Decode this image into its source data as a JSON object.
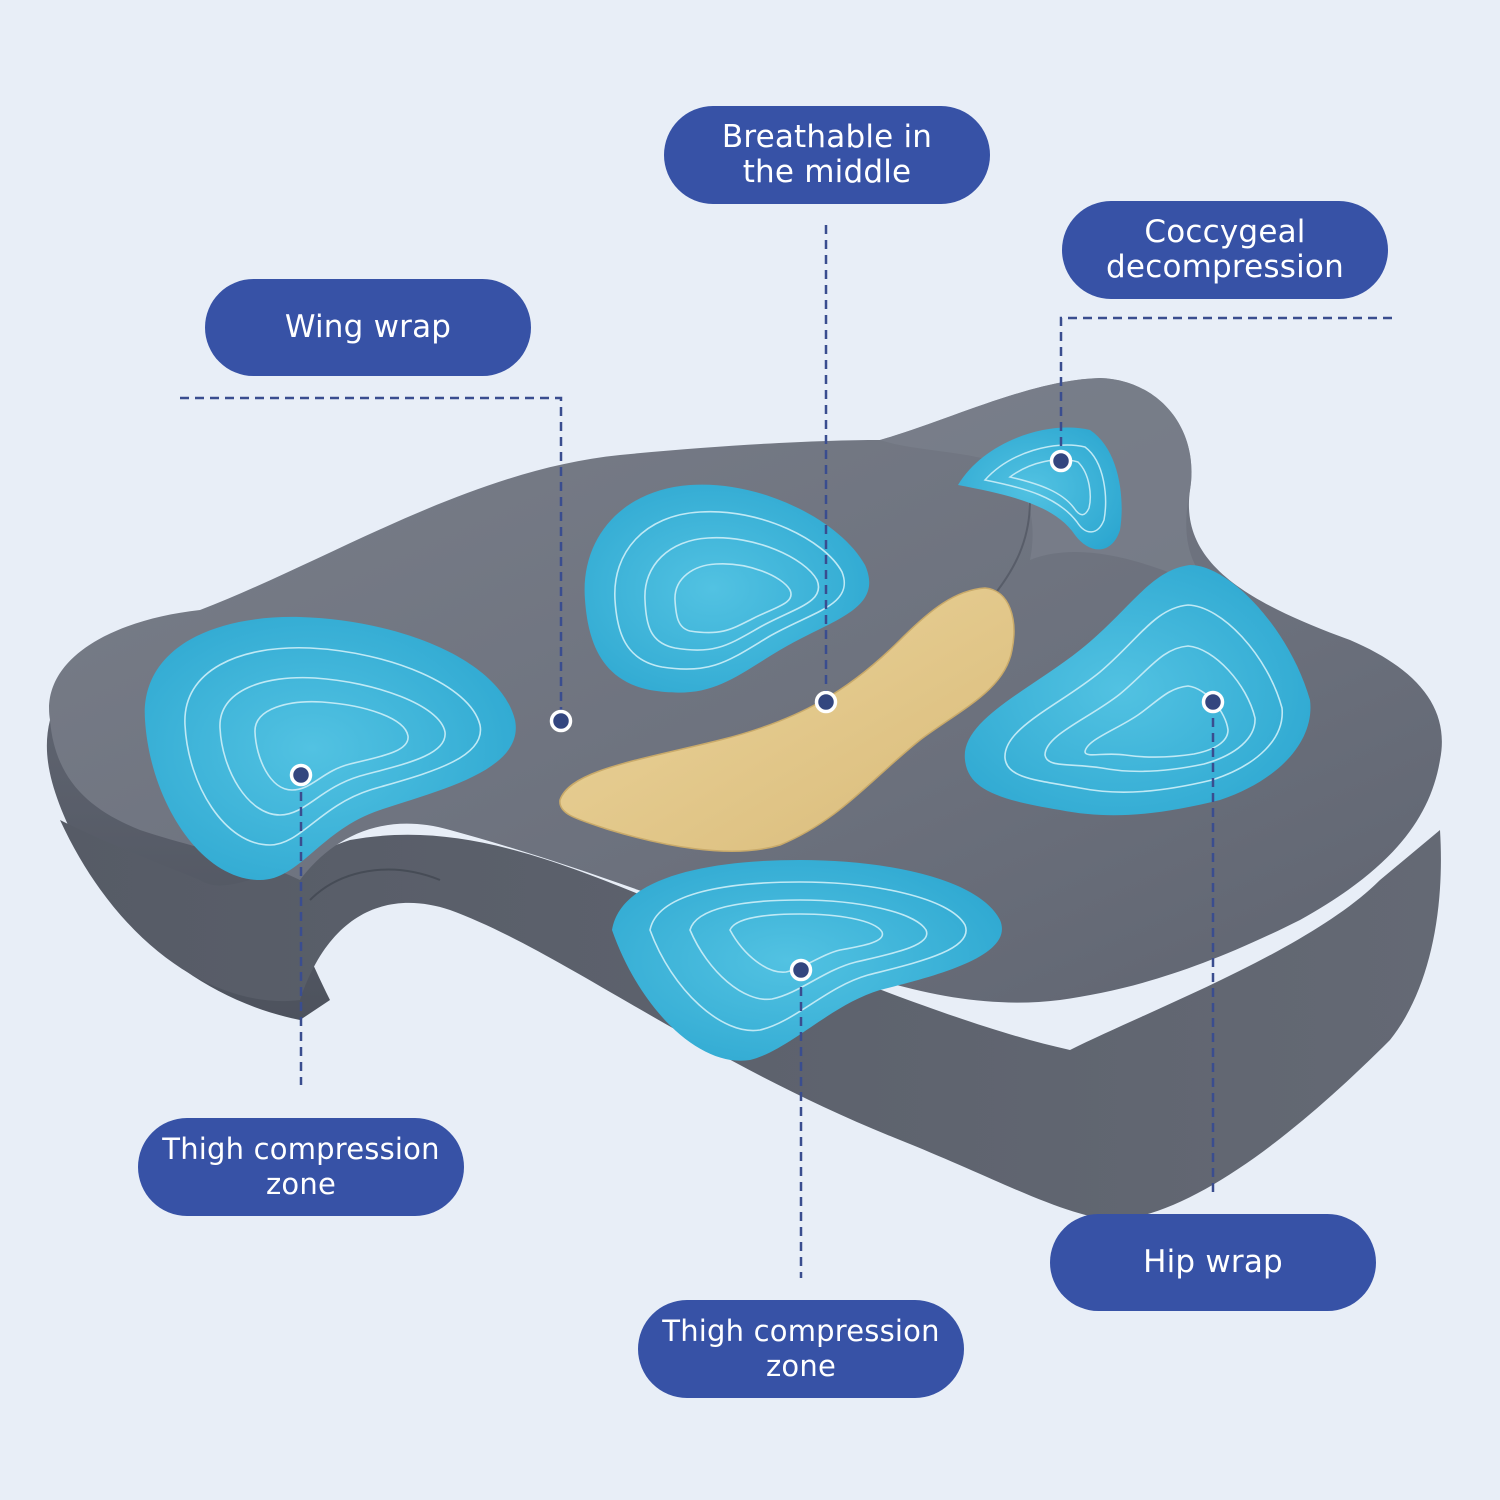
{
  "labels": {
    "breathable": {
      "line1": "Breathable in",
      "line2": "the middle"
    },
    "coccygeal": {
      "line1": "Coccygeal",
      "line2": "decompression"
    },
    "wing": {
      "line1": "Wing wrap"
    },
    "thigh_left": {
      "line1": "Thigh compression",
      "line2": "zone"
    },
    "thigh_front": {
      "line1": "Thigh compression",
      "line2": "zone"
    },
    "hip": {
      "line1": "Hip wrap"
    }
  },
  "colors": {
    "background": "#e8eef7",
    "label_fill": "#3752a6",
    "label_text": "#ffffff",
    "cushion_top": "#6f7480",
    "cushion_side": "#5a5f6b",
    "gel_zone": "#3db4d9",
    "gel_rings": "#bfe9f5",
    "breathable_strip": "#e5c98a",
    "leader_line": "#3a4d8f"
  }
}
